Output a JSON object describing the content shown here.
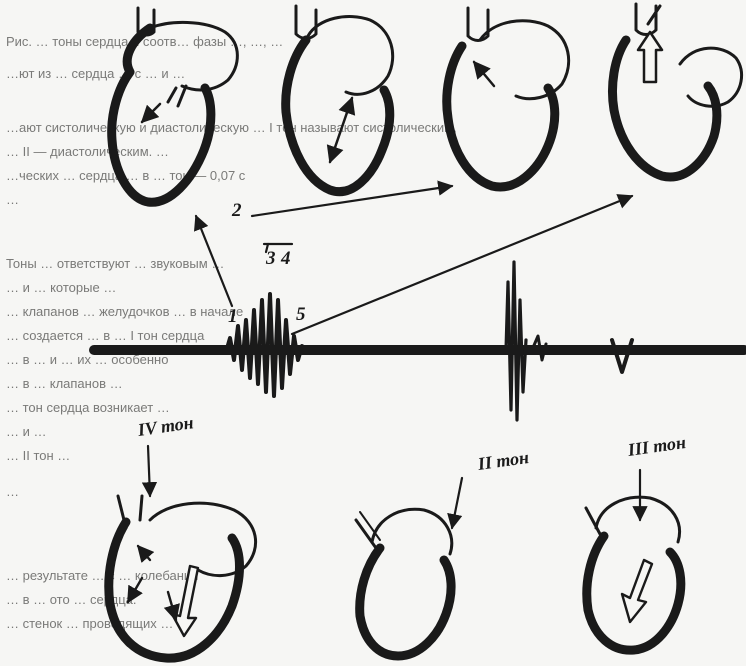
{
  "labels": {
    "n1": "1",
    "n2": "2",
    "n3": "3",
    "n4": "4",
    "n5": "5",
    "tone_iv": "IV тон",
    "tone_ii": "II тон",
    "tone_iii": "III тон"
  },
  "background_text": [
    "Рис. … тоны сердца и соотв… фазы …, …, …",
    "…ют из … сердца … с … и …",
    "…ают систолическую и диастолическую … I тон называют систолическим,",
    "… II — диастолическим. …",
    "…ческих … сердца … в … тон — 0,07 с",
    "…",
    "Тоны … ответствуют … звуковым …",
    "… и … которые …",
    "… клапанов … желудочков … в начале",
    "… создается … в … I тон сердца",
    "… в … и … их … особенно",
    "… в … клапанов …",
    "… тон сердца возникает …",
    "… и …",
    "… II тон …",
    "…",
    "… результате … с … колебаний",
    "… в … ото … сердца.",
    "… стенок … проводящих …"
  ],
  "colors": {
    "ink": "#1a1a1a",
    "paper": "#f6f6f4",
    "bleed": "#7a7a78"
  }
}
